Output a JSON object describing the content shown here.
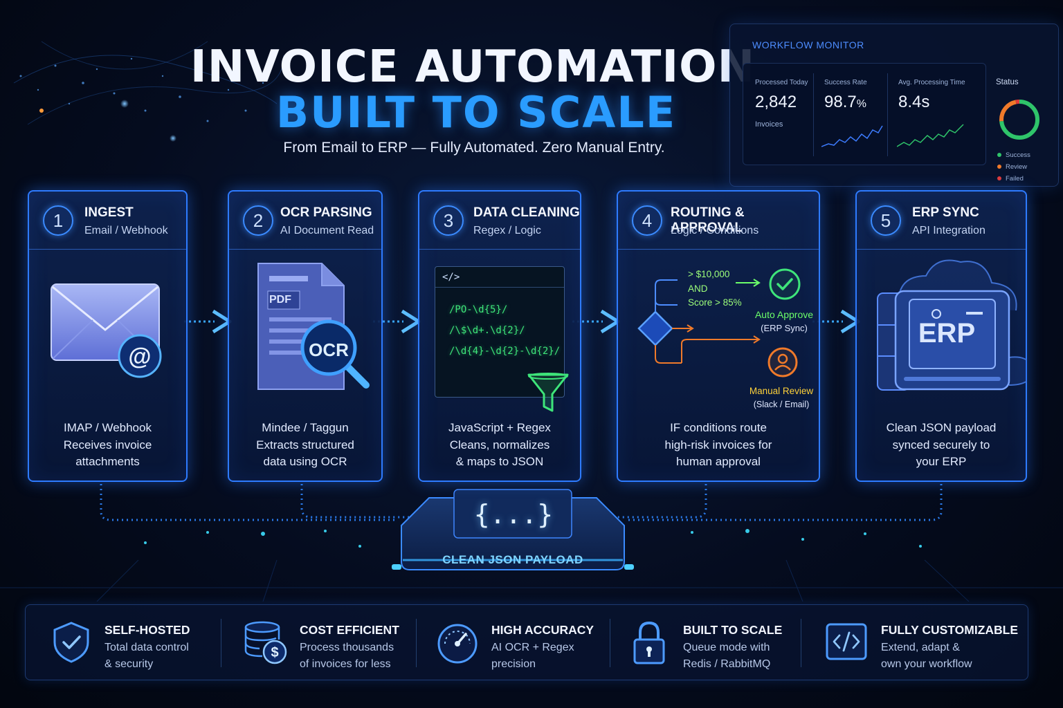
{
  "header": {
    "title_line1": "INVOICE AUTOMATION",
    "title_line2": "BUILT TO SCALE",
    "subtitle": "From Email to ERP — Fully Automated. Zero Manual Entry."
  },
  "monitor": {
    "title": "WORKFLOW MONITOR",
    "processed_label": "Processed Today",
    "processed_value": "2,842",
    "processed_unit": "Invoices",
    "success_label": "Success Rate",
    "success_value": "98.7",
    "success_unit": "%",
    "avg_label": "Avg. Processing Time",
    "avg_value": "8.4s",
    "status_label": "Status",
    "legend": [
      {
        "label": "Success",
        "color": "#2fc46a"
      },
      {
        "label": "Review",
        "color": "#f07a2a"
      },
      {
        "label": "Failed",
        "color": "#e03a3a"
      }
    ]
  },
  "steps": [
    {
      "num": "1",
      "title": "INGEST",
      "sub": "Email / Webhook",
      "desc": [
        "IMAP / Webhook",
        "Receives invoice",
        "attachments"
      ],
      "icon": "email-icon"
    },
    {
      "num": "2",
      "title": "OCR PARSING",
      "sub": "AI Document Read",
      "desc": [
        "Mindee / Taggun",
        "Extracts structured",
        "data using OCR"
      ],
      "icon": "ocr-document-icon"
    },
    {
      "num": "3",
      "title": "DATA CLEANING",
      "sub": "Regex / Logic",
      "desc": [
        "JavaScript + Regex",
        "Cleans, normalizes",
        "& maps to JSON"
      ],
      "icon": "code-filter-icon"
    },
    {
      "num": "4",
      "title": "ROUTING & APPROVAL",
      "sub": "Logic / Conditions",
      "desc": [
        "IF conditions route",
        "high-risk invoices for",
        "human approval"
      ],
      "icon": "routing-icon"
    },
    {
      "num": "5",
      "title": "ERP SYNC",
      "sub": "API Integration",
      "desc": [
        "Clean JSON payload",
        "synced securely to",
        "your ERP"
      ],
      "icon": "erp-server-icon"
    }
  ],
  "ocr": {
    "pdf_label": "PDF",
    "ocr_label": "OCR"
  },
  "code": {
    "header": "</>",
    "lines": [
      "/PO-\\d{5}/",
      "/\\$\\d+.\\d{2}/",
      "/\\d{4}-\\d{2}-\\d{2}/"
    ]
  },
  "routing": {
    "cond_line1": "> $10,000",
    "cond_line2": "AND",
    "cond_line3": "Score > 85%",
    "auto_label": "Auto Approve",
    "auto_sub": "(ERP Sync)",
    "manual_label": "Manual Review",
    "manual_sub": "(Slack / Email)"
  },
  "erp": {
    "label": "ERP"
  },
  "hub": {
    "braces": "{...}",
    "label": "CLEAN JSON PAYLOAD"
  },
  "features": [
    {
      "title": "SELF-HOSTED",
      "desc": [
        "Total data control",
        "& security"
      ],
      "icon": "shield-check-icon"
    },
    {
      "title": "COST EFFICIENT",
      "desc": [
        "Process thousands",
        "of invoices for less"
      ],
      "icon": "coins-dollar-icon"
    },
    {
      "title": "HIGH ACCURACY",
      "desc": [
        "AI OCR + Regex",
        "precision"
      ],
      "icon": "gauge-icon"
    },
    {
      "title": "BUILT TO SCALE",
      "desc": [
        "Queue mode with",
        "Redis / RabbitMQ"
      ],
      "icon": "lock-icon"
    },
    {
      "title": "FULLY CUSTOMIZABLE",
      "desc": [
        "Extend, adapt &",
        "own your workflow"
      ],
      "icon": "code-brackets-icon"
    }
  ],
  "colors": {
    "accent": "#2a9cff",
    "green": "#3ee57a",
    "orange": "#f07a2a"
  }
}
